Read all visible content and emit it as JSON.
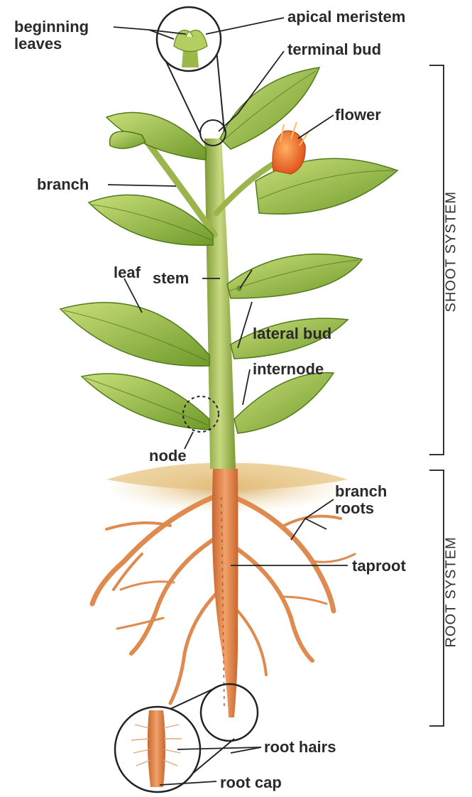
{
  "labels": {
    "beginning_leaves": "beginning\nleaves",
    "apical_meristem": "apical meristem",
    "terminal_bud": "terminal bud",
    "flower": "flower",
    "branch": "branch",
    "leaf": "leaf",
    "stem": "stem",
    "lateral_bud": "lateral bud",
    "internode": "internode",
    "node": "node",
    "branch_roots": "branch\nroots",
    "taproot": "taproot",
    "root_hairs": "root hairs",
    "root_cap": "root cap"
  },
  "systems": {
    "shoot": "SHOOT SYSTEM",
    "root": "ROOT SYSTEM"
  },
  "colors": {
    "leaf": "#8fb63a",
    "leaf_dark": "#5e8a22",
    "stem": "#a9c25a",
    "root": "#e38a4e",
    "soil": "#d8b26a",
    "flower": "#f0742a",
    "line": "#222222"
  }
}
